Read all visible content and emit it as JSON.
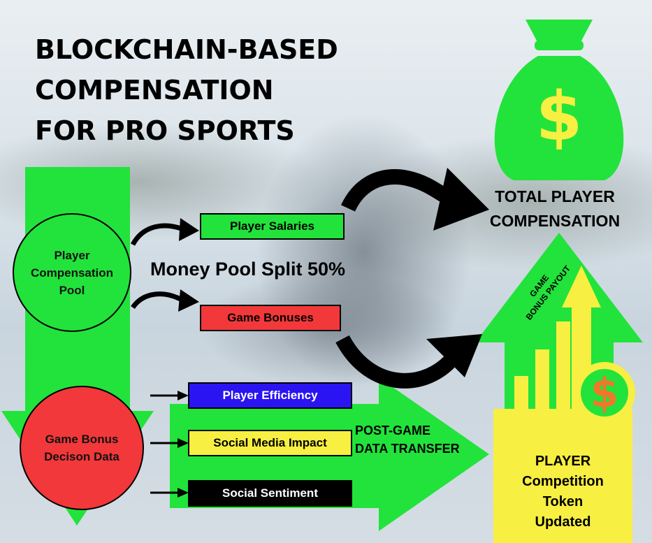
{
  "title_lines": [
    "BLOCKCHAIN-BASED",
    "COMPENSATION",
    "FOR PRO SPORTS"
  ],
  "pool_circle": "Player Compensation Pool",
  "pool_circle_lines": [
    "Player",
    "Compensation",
    "Pool"
  ],
  "decision_circle_lines": [
    "Game Bonus",
    "Decison Data"
  ],
  "split_label": "Money Pool Split 50%",
  "boxes": {
    "salaries": "Player Salaries",
    "bonuses": "Game Bonuses",
    "efficiency": "Player Efficiency",
    "social_media": "Social Media Impact",
    "sentiment": "Social Sentiment"
  },
  "post_game_lines": [
    "POST-GAME",
    "DATA TRANSFER"
  ],
  "total_lines": [
    "TOTAL PLAYER",
    "COMPENSATION"
  ],
  "payout_lines": [
    "GAME",
    "BONUS PAYOUT"
  ],
  "token_lines": [
    "PLAYER",
    "Competition",
    "Token",
    "Updated"
  ],
  "money_bag_symbol": "$",
  "coin_symbol": "$",
  "colors": {
    "green": "#22e33b",
    "red": "#f2383a",
    "blue": "#2b14f2",
    "yellow": "#f7ef41",
    "black": "#000000"
  }
}
